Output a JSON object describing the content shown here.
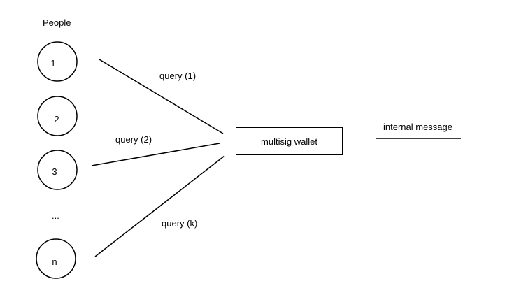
{
  "people_heading": "People",
  "nodes": [
    {
      "id": "node-1",
      "label": "1"
    },
    {
      "id": "node-2",
      "label": "2"
    },
    {
      "id": "node-3",
      "label": "3"
    },
    {
      "id": "node-n",
      "label": "n"
    }
  ],
  "ellipsis": "...",
  "edges": [
    {
      "id": "edge-query-1",
      "label": "query (1)"
    },
    {
      "id": "edge-query-2",
      "label": "query (2)"
    },
    {
      "id": "edge-query-k",
      "label": "query (k)"
    }
  ],
  "wallet_label": "multisig wallet",
  "internal_message_label": "internal message",
  "colors": {
    "stroke": "#000000",
    "background": "#ffffff"
  }
}
